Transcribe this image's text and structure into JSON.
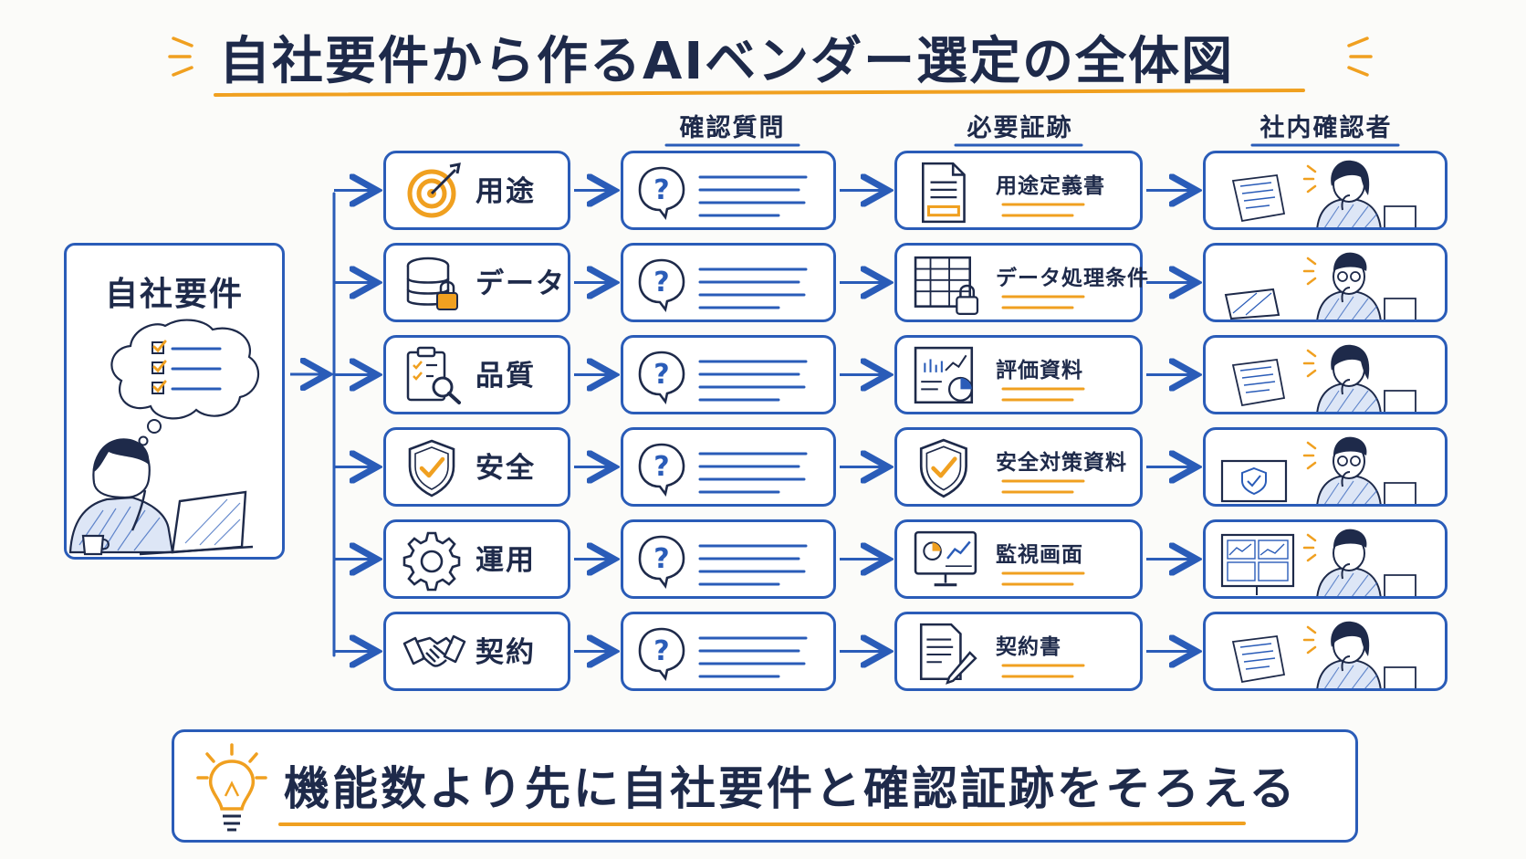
{
  "title": "自社要件から作るAIベンダー選定の全体図",
  "columns": {
    "questions": "確認質問",
    "evidence": "必要証跡",
    "reviewers": "社内確認者"
  },
  "requirements": {
    "label": "自社要件"
  },
  "rows": [
    {
      "category": "用途",
      "category_icon": "target-icon",
      "evidence": "用途定義書",
      "evidence_icon": "document-icon"
    },
    {
      "category": "データ",
      "category_icon": "database-lock-icon",
      "evidence": "データ処理条件",
      "evidence_icon": "spreadsheet-lock-icon"
    },
    {
      "category": "品質",
      "category_icon": "clipboard-search-icon",
      "evidence": "評価資料",
      "evidence_icon": "chart-report-icon"
    },
    {
      "category": "安全",
      "category_icon": "shield-check-icon",
      "evidence": "安全対策資料",
      "evidence_icon": "shield-check-icon"
    },
    {
      "category": "運用",
      "category_icon": "gear-icon",
      "evidence": "監視画面",
      "evidence_icon": "monitor-dashboard-icon"
    },
    {
      "category": "契約",
      "category_icon": "handshake-icon",
      "evidence": "契約書",
      "evidence_icon": "contract-pen-icon"
    }
  ],
  "footer": {
    "text": "機能数より先に自社要件と確認証跡をそろえる",
    "icon": "lightbulb-icon"
  },
  "colors": {
    "outline": "#2a5cb8",
    "accent": "#f0a020",
    "text": "#1e2a4a"
  }
}
